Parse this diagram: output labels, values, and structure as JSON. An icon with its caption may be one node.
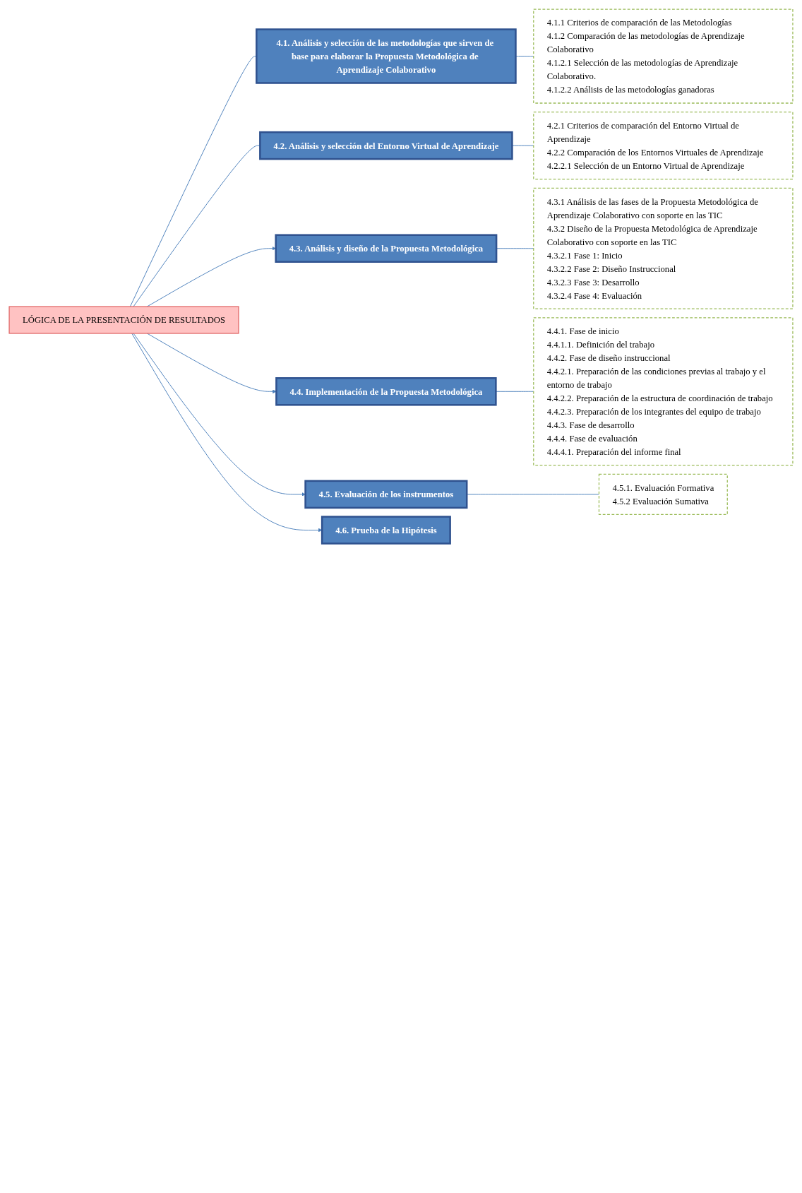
{
  "diagram": {
    "nodes": [
      {
        "text": [
          "LÓGICA DE LA PRESENTACIÓN DE RESULTADOS"
        ]
      },
      {
        "text": [
          "4.1. Análisis y selección de las metodologías que sirven de base para elaborar la Propuesta Metodológica de Aprendizaje Colaborativo"
        ]
      },
      {
        "text": [
          "4.1.1 Criterios de comparación de las Metodologías",
          "4.1.2 Comparación de las metodologías de Aprendizaje Colaborativo",
          "4.1.2.1 Selección de las metodologías de Aprendizaje Colaborativo.",
          "4.1.2.2 Análisis de las metodologías ganadoras"
        ]
      },
      {
        "text": [
          "4.2. Análisis y selección del Entorno Virtual de Aprendizaje"
        ]
      },
      {
        "text": [
          "4.2.1 Criterios de comparación del Entorno Virtual de Aprendizaje",
          "4.2.2 Comparación de los Entornos Virtuales de Aprendizaje",
          "4.2.2.1 Selección de un Entorno Virtual de Aprendizaje"
        ]
      },
      {
        "text": [
          "4.3. Análisis y diseño de la Propuesta Metodológica"
        ]
      },
      {
        "text": [
          "4.3.1 Análisis de las fases de la Propuesta Metodológica de Aprendizaje Colaborativo con soporte en las TIC",
          "4.3.2 Diseño de la Propuesta Metodológica de Aprendizaje Colaborativo con soporte en las TIC",
          "4.3.2.1 Fase 1: Inicio",
          "4.3.2.2 Fase 2: Diseño Instruccional",
          "4.3.2.3 Fase 3: Desarrollo",
          "4.3.2.4 Fase 4: Evaluación"
        ]
      },
      {
        "text": [
          "4.4. Implementación de la Propuesta Metodológica"
        ]
      },
      {
        "text": [
          "4.4.1. Fase de inicio",
          "4.4.1.1. Definición del trabajo",
          "4.4.2. Fase de diseño instruccional",
          "4.4.2.1. Preparación de las condiciones previas al trabajo y el entorno de trabajo",
          "4.4.2.2. Preparación de la estructura de coordinación de trabajo",
          "4.4.2.3. Preparación de los integrantes del equipo de trabajo",
          "4.4.3. Fase de desarrollo",
          "4.4.4. Fase de evaluación",
          "4.4.4.1. Preparación del informe final"
        ]
      },
      {
        "text": [
          "4.5. Evaluación de los instrumentos"
        ]
      },
      {
        "text": [
          "4.5.1. Evaluación Formativa",
          "4.5.2 Evaluación Sumativa"
        ]
      },
      {
        "text": [
          "4.6. Prueba de la Hipótesis"
        ]
      }
    ],
    "edges": [
      {
        "from": 0,
        "to": 1,
        "arrow": "none"
      },
      {
        "from": 0,
        "to": 3,
        "arrow": "none"
      },
      {
        "from": 0,
        "to": 5,
        "arrow": "to"
      },
      {
        "from": 0,
        "to": 7,
        "arrow": "to"
      },
      {
        "from": 0,
        "to": 9,
        "arrow": "to"
      },
      {
        "from": 0,
        "to": 11,
        "arrow": "to"
      },
      {
        "from": 1,
        "to": 2,
        "arrow": "none"
      },
      {
        "from": 3,
        "to": 4,
        "arrow": "none"
      },
      {
        "from": 5,
        "to": 6,
        "arrow": "none"
      },
      {
        "from": 7,
        "to": 8,
        "arrow": "none"
      },
      {
        "from": 9,
        "to": 10,
        "arrow": "none"
      }
    ]
  }
}
